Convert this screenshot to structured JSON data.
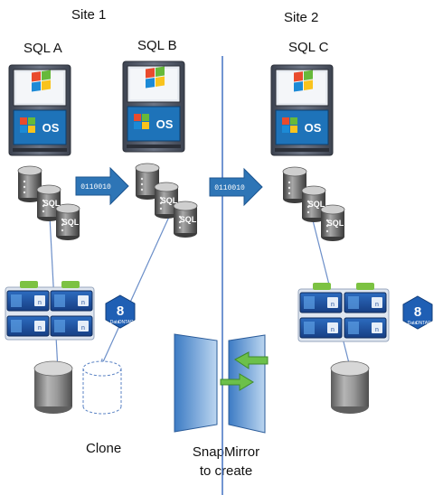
{
  "sites": [
    {
      "label": "Site 1"
    },
    {
      "label": "Site 2"
    }
  ],
  "servers": [
    {
      "label": "SQL A",
      "os_badge": "OS"
    },
    {
      "label": "SQL B",
      "os_badge": "OS"
    },
    {
      "label": "SQL C",
      "os_badge": "OS"
    }
  ],
  "db_label": "SQL",
  "bitstream": "0110010",
  "ontap": {
    "version": "8",
    "line1": "Data",
    "line2": "ONTAP"
  },
  "captions": {
    "clone": "Clone",
    "snapmirror_line1": "SnapMirror",
    "snapmirror_line2": "to create"
  },
  "colors": {
    "arrow_blue": "#2e75b6",
    "divider": "#4472c4",
    "server_body": "#5b6372",
    "screen_blue": "#1e73b9",
    "storage_blue": "#1f4e9a",
    "green_arrow": "#5cb85c",
    "cylinder_grey": "#8a8a8a"
  }
}
